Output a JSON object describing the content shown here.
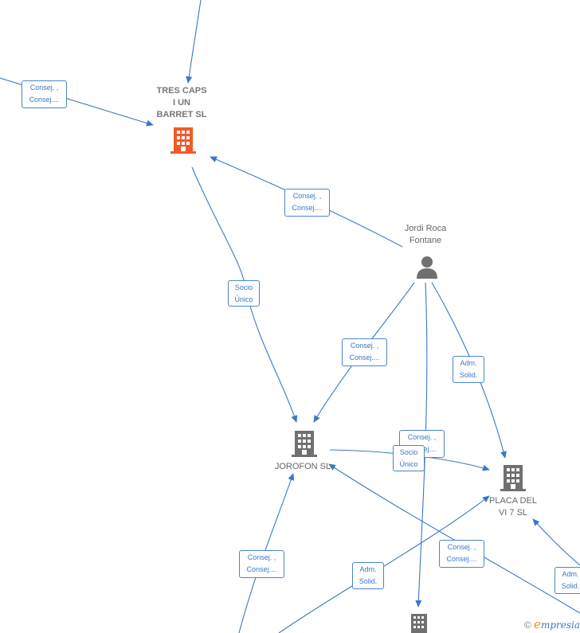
{
  "nodes": {
    "tres_caps": {
      "label": "TRES CAPS\nI UN\nBARRET  SL"
    },
    "jordi_roca": {
      "label": "Jordi Roca\nFontane"
    },
    "jorofon": {
      "label": "JOROFON SL"
    },
    "placa_del_vi": {
      "label": "PLACA DEL\nVI 7 SL"
    }
  },
  "edges": {
    "e1": [
      "Consej. ,",
      "Consej...."
    ],
    "e2": [
      "Consej. ,",
      "Consej...."
    ],
    "e3": [
      "Socio",
      "Único"
    ],
    "e4": [
      "Consej. ,",
      "Consej...."
    ],
    "e5": [
      "Adm.",
      "Solid."
    ],
    "e6": [
      "Consej. ,",
      "Consej...."
    ],
    "e7": [
      "Socio",
      "Único"
    ],
    "e8": [
      "Consej. ,",
      "Consej...."
    ],
    "e9": [
      "Adm.",
      "Solid."
    ],
    "e10": [
      "Consej. ,",
      "Consej...."
    ],
    "e11": [
      "Adm.",
      "Solid."
    ]
  },
  "colors": {
    "edge": "#3b78c4",
    "company_main": "#f05a28",
    "company": "#707070",
    "person": "#707070"
  },
  "brand": {
    "copyright": "©",
    "first": "e",
    "rest": "mpresia"
  }
}
